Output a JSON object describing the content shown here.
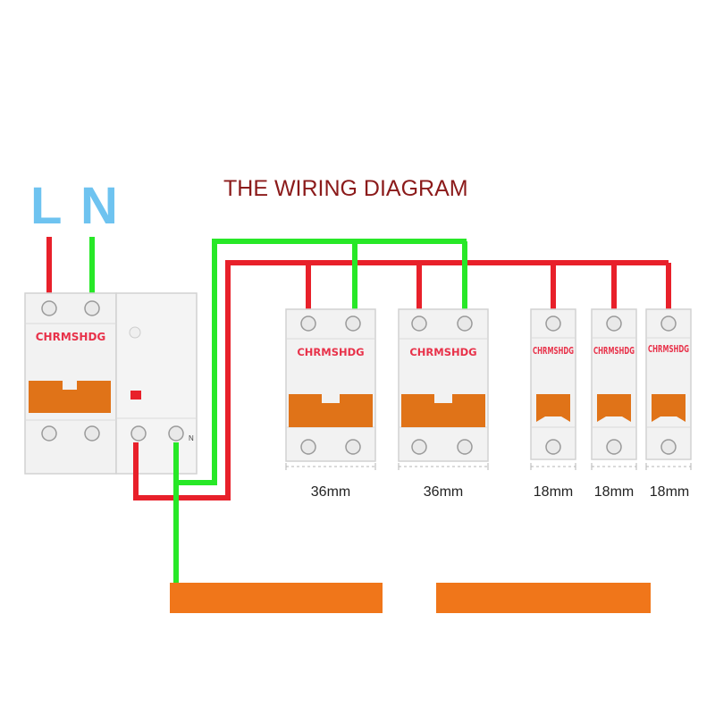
{
  "diagram": {
    "title": "THE WIRING DIAGRAM",
    "supply": {
      "line_label": "L",
      "neutral_label": "N"
    },
    "main_breaker": {
      "brand": "CHRMSHDG",
      "neutral_terminal_label": "N"
    },
    "breakers": [
      {
        "brand": "CHRMSHDG",
        "width_label": "36mm"
      },
      {
        "brand": "CHRMSHDG",
        "width_label": "36mm"
      },
      {
        "brand": "CHRMSHDG",
        "width_label": "18mm"
      },
      {
        "brand": "CHRMSHDG",
        "width_label": "18mm"
      },
      {
        "brand": "CHRMSHDG",
        "width_label": "18mm"
      }
    ],
    "colors": {
      "live_wire": "#e8202a",
      "neutral_wire": "#27e827",
      "breaker_handle": "#e07318",
      "busbar": "#f0761a",
      "brand_text": "#e8324a",
      "supply_label": "#6ec3f0",
      "title": "#8b1a1a"
    }
  }
}
